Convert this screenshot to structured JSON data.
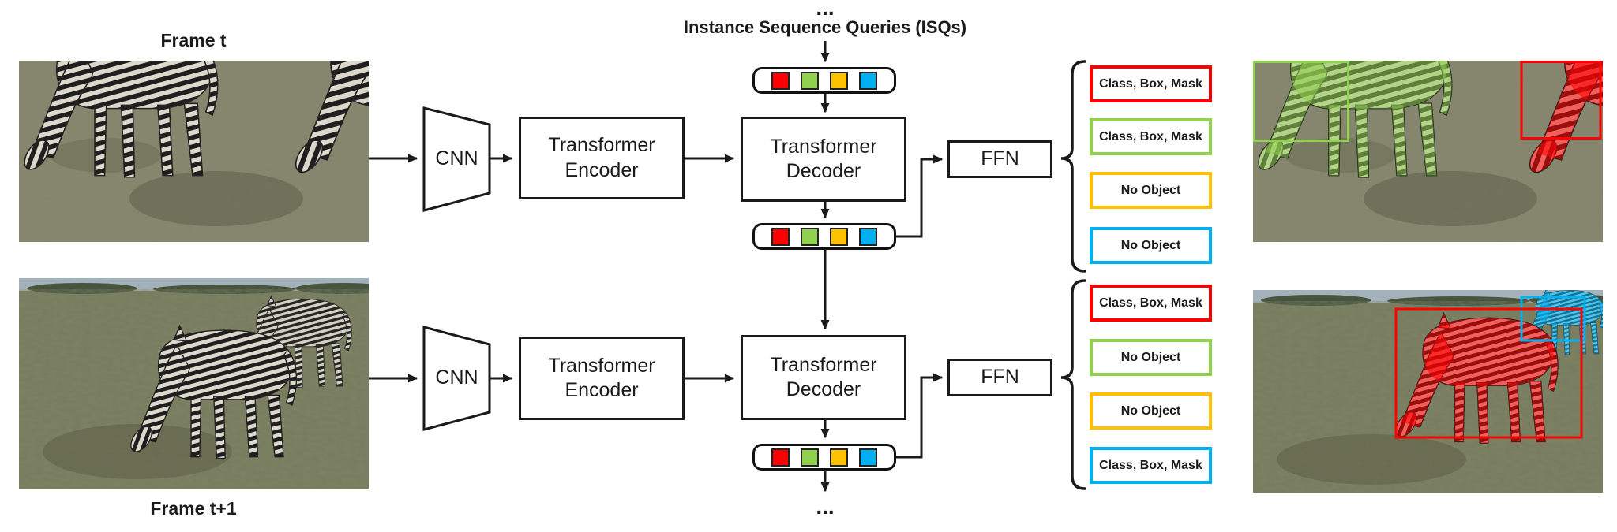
{
  "figure": {
    "top_ellipsis": "...",
    "isq_title": "Instance Sequence Queries (ISQs)",
    "bottom_ellipsis": "...",
    "frame_t_label": "Frame t",
    "frame_t1_label": "Frame t+1"
  },
  "blocks": {
    "cnn": "CNN",
    "encoder": "Transformer Encoder",
    "decoder": "Transformer Decoder",
    "ffn": "FFN"
  },
  "queries": {
    "colors": [
      "#FF0000",
      "#92D050",
      "#FFC000",
      "#00B0F0"
    ]
  },
  "outputs": {
    "row1": [
      {
        "label": "Class, Box, Mask",
        "color": "#FF0000"
      },
      {
        "label": "Class, Box, Mask",
        "color": "#92D050"
      },
      {
        "label": "No Object",
        "color": "#FFC000"
      },
      {
        "label": "No Object",
        "color": "#00B0F0"
      }
    ],
    "row2": [
      {
        "label": "Class, Box, Mask",
        "color": "#FF0000"
      },
      {
        "label": "No Object",
        "color": "#92D050"
      },
      {
        "label": "No Object",
        "color": "#FFC000"
      },
      {
        "label": "Class, Box, Mask",
        "color": "#00B0F0"
      }
    ]
  },
  "result_images": {
    "frame_t": {
      "box_colors": [
        "#92D050",
        "#FF0000"
      ]
    },
    "frame_t1": {
      "box_colors": [
        "#FF0000",
        "#00B0F0"
      ]
    }
  },
  "diagram_colors": {
    "line": "#1a1a1a"
  }
}
